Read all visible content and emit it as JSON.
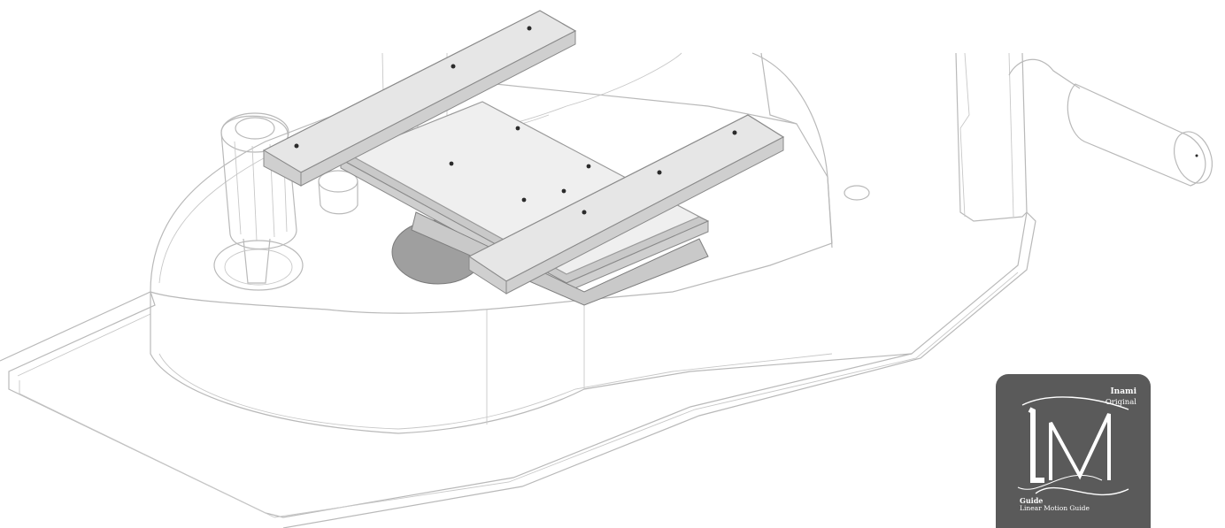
{
  "illustration": {
    "subject": "linear motion guide rails mounted on machine base with crank handle",
    "colors": {
      "outline": "#b9b9b9",
      "rail": "#e6e6e6",
      "block": "#c9c9c9",
      "hole": "#2b2b2b",
      "logo_bg": "#5a5a5a",
      "logo_text": "#ffffff"
    }
  },
  "logo": {
    "brand": "Inami",
    "brand_sub": "Original",
    "monogram": "LM",
    "guide_label": "Guide",
    "guide_sub": "Linear  Motion Guide"
  }
}
